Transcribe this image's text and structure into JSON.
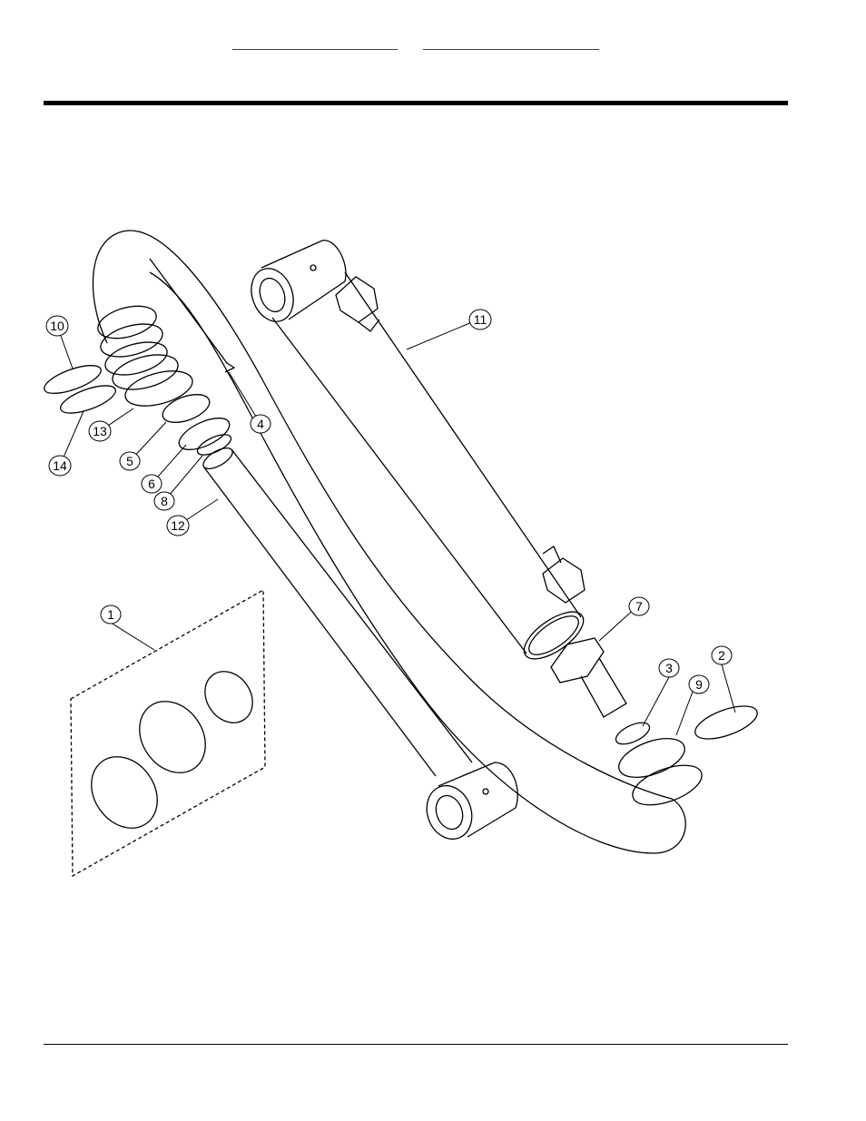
{
  "header": {
    "link_left": "",
    "link_right": ""
  },
  "diagram": {
    "callouts": [
      {
        "id": "1",
        "label": "1"
      },
      {
        "id": "2",
        "label": "2"
      },
      {
        "id": "3",
        "label": "3"
      },
      {
        "id": "4",
        "label": "4"
      },
      {
        "id": "5",
        "label": "5"
      },
      {
        "id": "6",
        "label": "6"
      },
      {
        "id": "7",
        "label": "7"
      },
      {
        "id": "8",
        "label": "8"
      },
      {
        "id": "9",
        "label": "9"
      },
      {
        "id": "10",
        "label": "10"
      },
      {
        "id": "11",
        "label": "11"
      },
      {
        "id": "12",
        "label": "12"
      },
      {
        "id": "13",
        "label": "13"
      },
      {
        "id": "14",
        "label": "14"
      }
    ]
  }
}
